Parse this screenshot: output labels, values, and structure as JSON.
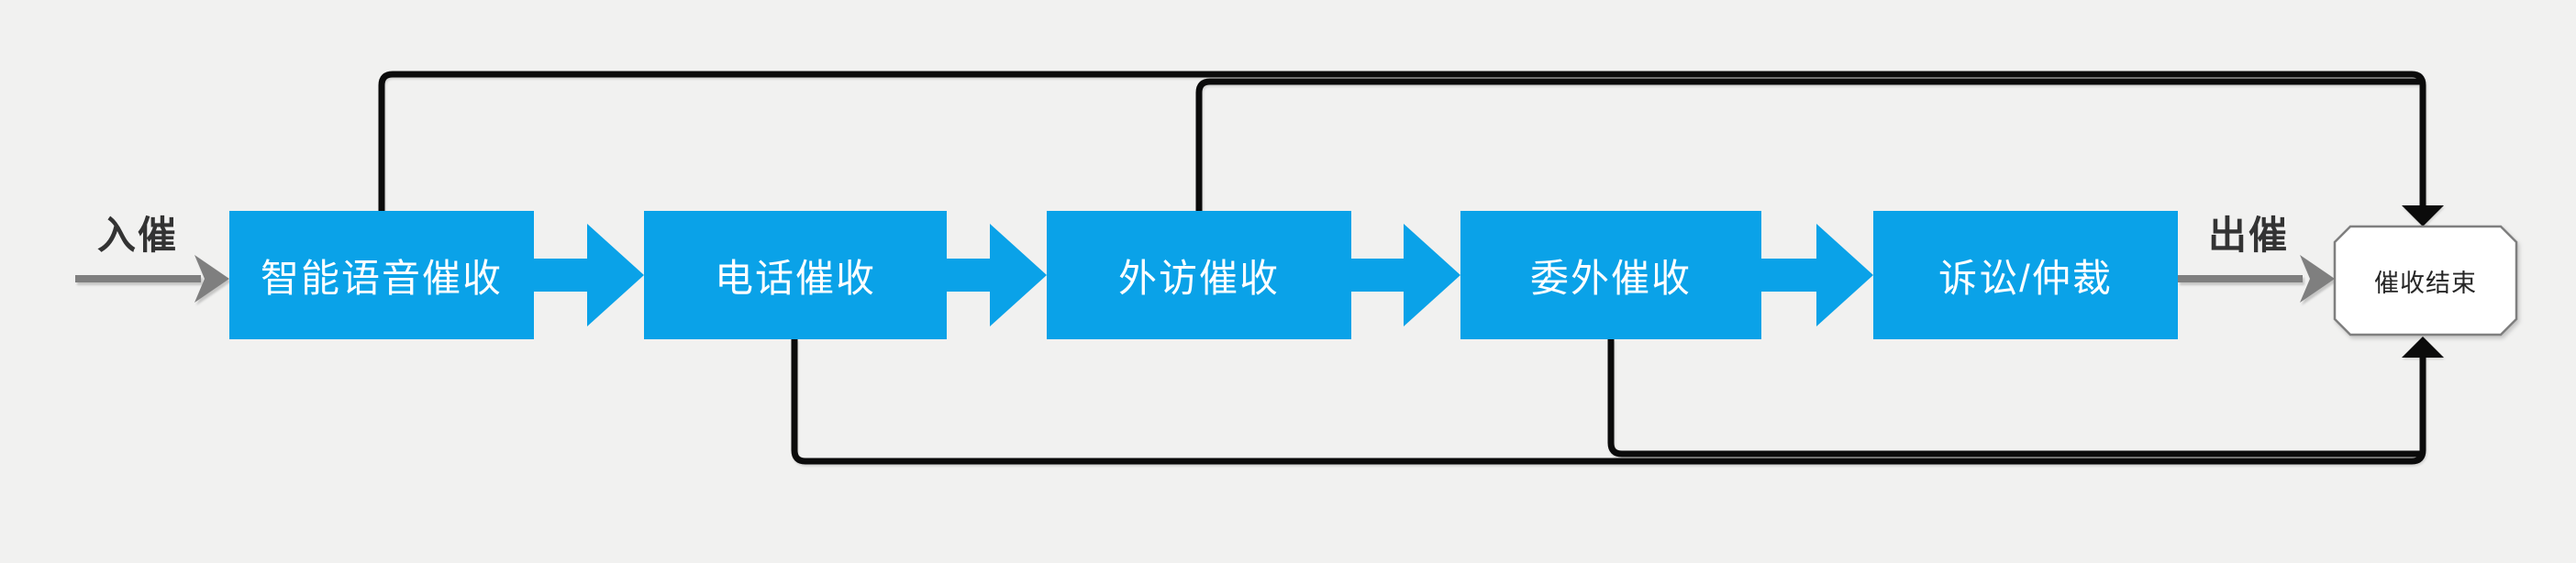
{
  "colors": {
    "background": "#F1F1F0",
    "process_fill": "#0AA2E8",
    "process_text": "#FFFFFF",
    "connector": "#0B0B0B",
    "gray_arrow": "#7F7F7F",
    "end_node_fill": "#FFFFFF",
    "end_node_border": "#7F7F7F",
    "label_text": "#333333",
    "end_node_text": "#262626"
  },
  "flow": {
    "entry_label": "入催",
    "exit_label": "出催",
    "steps": [
      {
        "label": "智能语音催收"
      },
      {
        "label": "电话催收"
      },
      {
        "label": "外访催收"
      },
      {
        "label": "委外催收"
      },
      {
        "label": "诉讼/仲裁"
      }
    ],
    "end_node": {
      "label": "催收结束"
    }
  }
}
